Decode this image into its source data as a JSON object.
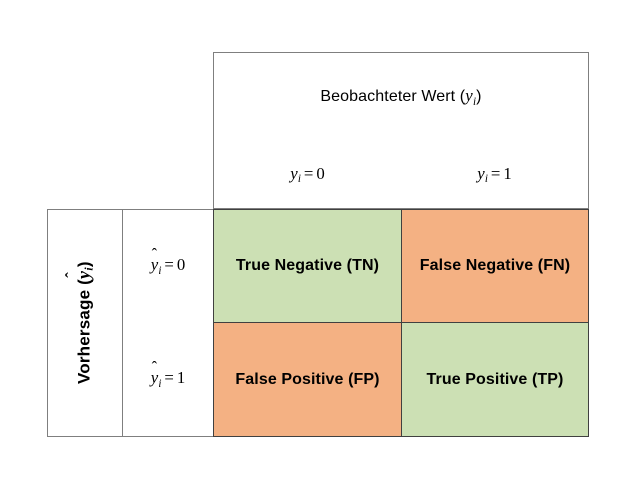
{
  "diagram": {
    "kind": "confusion-matrix",
    "language": "de",
    "background_color": "#ffffff",
    "colors": {
      "correct_cell": "#cce0b4",
      "incorrect_cell": "#f4b183",
      "outer_border": "#7f7f7f",
      "inner_border": "#404040",
      "text": "#000000"
    },
    "column_group": {
      "title_text": "Beobachteter Wert",
      "title_symbol_open": "(",
      "title_symbol_var": "y",
      "title_symbol_sub": "i",
      "title_symbol_close": ")",
      "full_title": "Beobachteter Wert (y_i)"
    },
    "row_group": {
      "title_text": "Vorhersage",
      "title_symbol_open": "(",
      "title_symbol_var": "y",
      "title_symbol_hat": "̂",
      "title_symbol_sub": "i",
      "title_symbol_close": ")",
      "full_title": "Vorhersage (ŷ_i)"
    },
    "columns": [
      {
        "id": "observed-0",
        "var": "y",
        "sub": "i",
        "operator": "=",
        "value": "0",
        "full_label": "y_i = 0"
      },
      {
        "id": "observed-1",
        "var": "y",
        "sub": "i",
        "operator": "=",
        "value": "1",
        "full_label": "y_i = 1"
      }
    ],
    "rows": [
      {
        "id": "predicted-0",
        "var": "y",
        "hat": true,
        "sub": "i",
        "operator": "=",
        "value": "0",
        "full_label": "ŷ_i = 0"
      },
      {
        "id": "predicted-1",
        "var": "y",
        "hat": true,
        "sub": "i",
        "operator": "=",
        "value": "1",
        "full_label": "ŷ_i = 1"
      }
    ],
    "cells": [
      {
        "id": "tn",
        "row": 0,
        "col": 0,
        "label": "True Negative (TN)",
        "abbreviation": "TN",
        "fill": "#cce0b4",
        "outcome": "correct"
      },
      {
        "id": "fn",
        "row": 0,
        "col": 1,
        "label": "False Negative (FN)",
        "abbreviation": "FN",
        "fill": "#f4b183",
        "outcome": "incorrect"
      },
      {
        "id": "fp",
        "row": 1,
        "col": 0,
        "label": "False Positive (FP)",
        "abbreviation": "FP",
        "fill": "#f4b183",
        "outcome": "incorrect"
      },
      {
        "id": "tp",
        "row": 1,
        "col": 1,
        "label": "True Positive (TP)",
        "abbreviation": "TP",
        "fill": "#cce0b4",
        "outcome": "correct"
      }
    ]
  }
}
